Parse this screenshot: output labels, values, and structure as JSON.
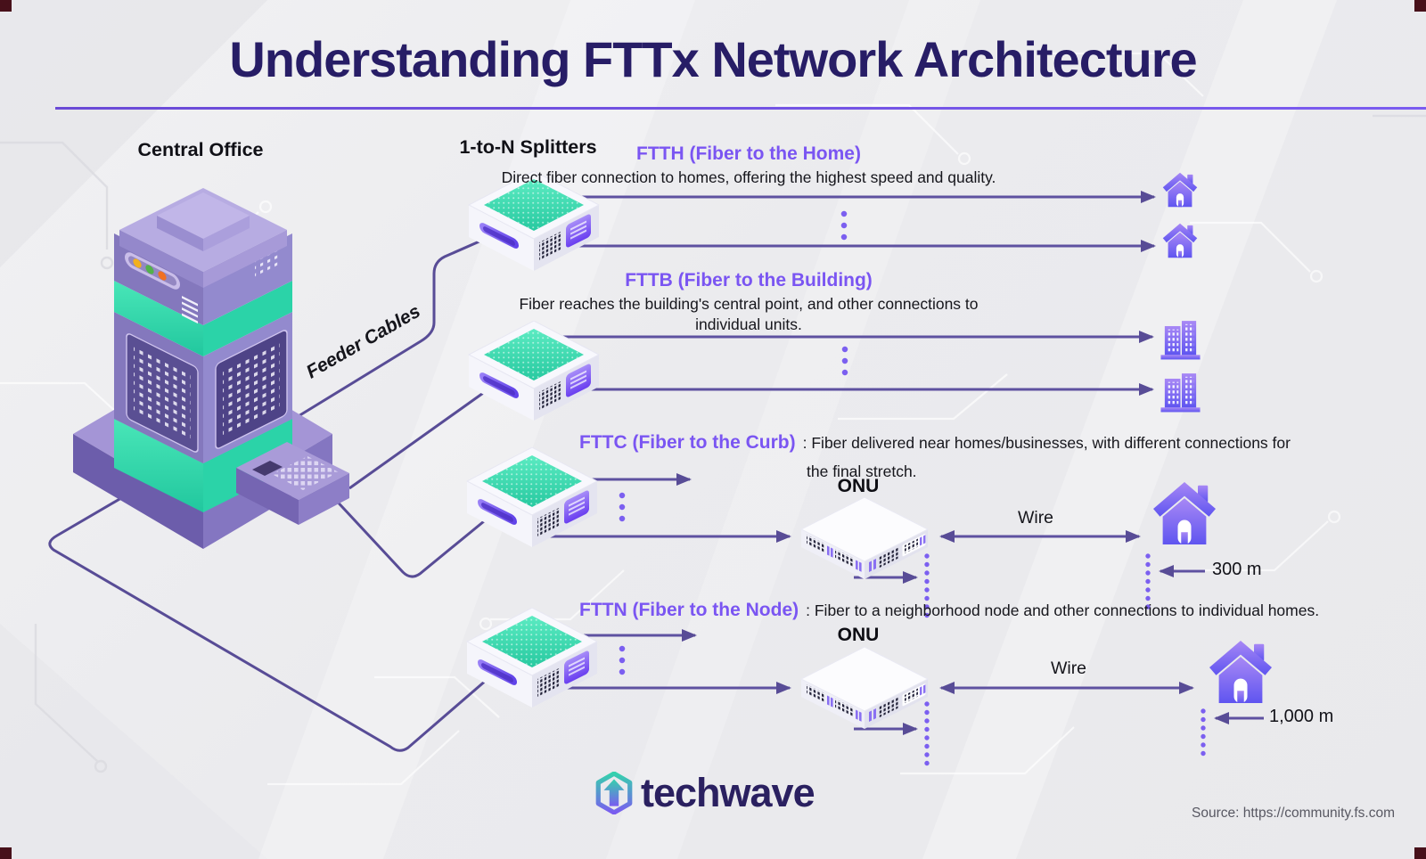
{
  "title": "Understanding FTTx Network Architecture",
  "diagram": {
    "central_office_label": "Central Office",
    "splitters_label": "1-to-N Splitters",
    "feeder_cables_label": "Feeder Cables",
    "ftth": {
      "heading": "FTTH (Fiber to the Home)",
      "description": "Direct fiber connection to homes, offering the highest speed and quality."
    },
    "fttb": {
      "heading": "FTTB (Fiber to the Building)",
      "description_line1": "Fiber reaches the building's central point, and other connections to",
      "description_line2": "individual units."
    },
    "fttc": {
      "heading": "FTTC (Fiber to the Curb)",
      "description_line1": ": Fiber delivered near homes/businesses, with different connections for",
      "description_line2": "the final stretch.",
      "onu_label": "ONU",
      "wire_label": "Wire",
      "distance_label": "300 m"
    },
    "fttn": {
      "heading": "FTTN (Fiber to the Node)",
      "description": ": Fiber to a neighborhood node and other connections to individual homes.",
      "onu_label": "ONU",
      "wire_label": "Wire",
      "distance_label": "1,000 m"
    }
  },
  "footer": {
    "brand": "techwave",
    "source": "Source: https://community.fs.com"
  },
  "colors": {
    "title_navy": "#271d66",
    "accent_purple": "#7a55f2",
    "line_purple": "#5e51a0",
    "dot_purple": "#7b5ff0",
    "teal": "#3ddfb2"
  }
}
